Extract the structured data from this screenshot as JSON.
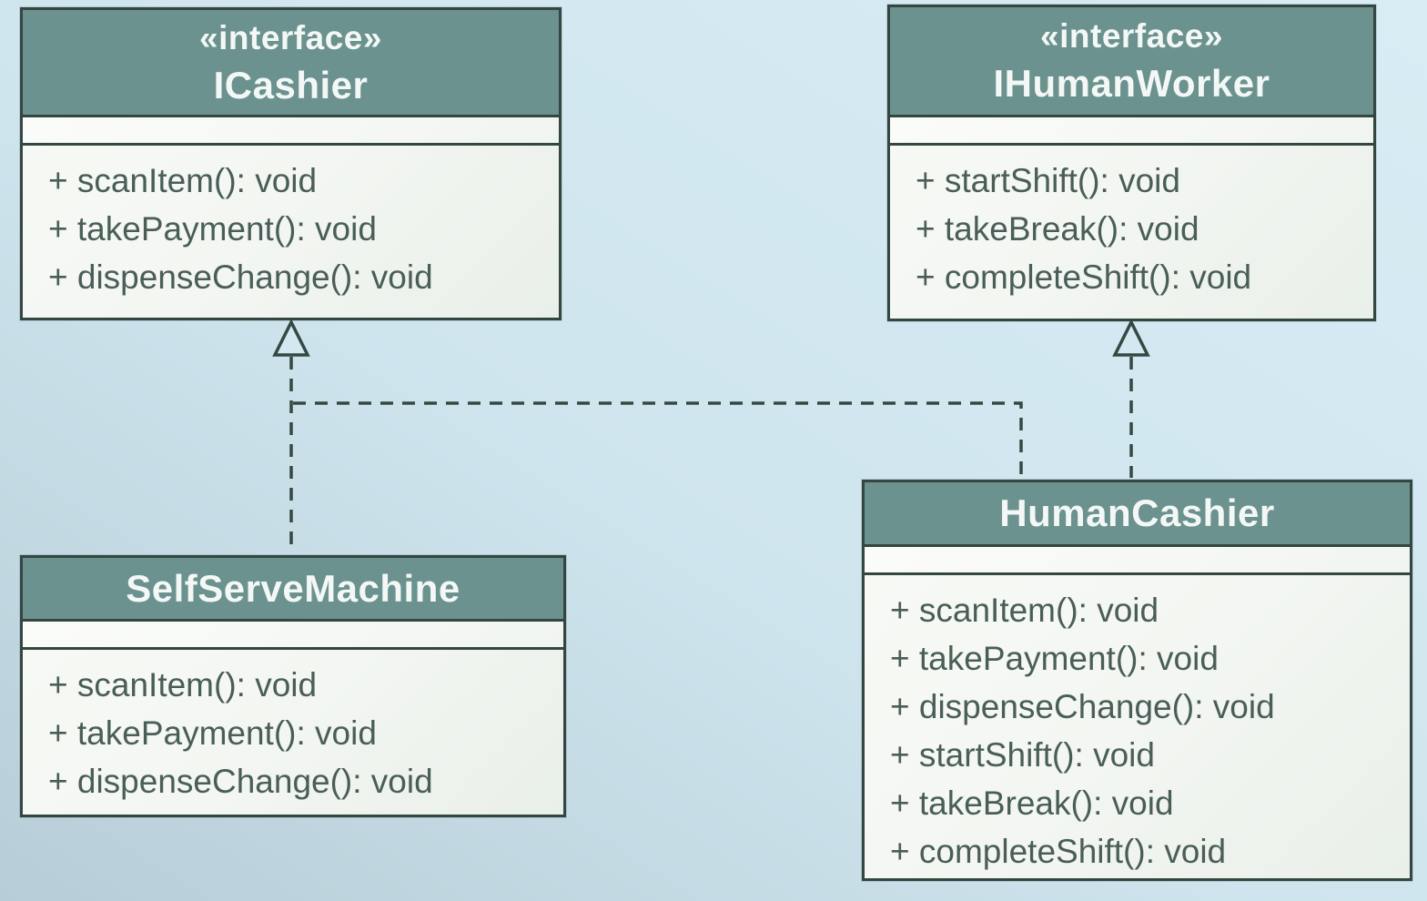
{
  "diagram_type": "uml-class-diagram",
  "colors": {
    "header_fill": "#6b928e",
    "header_text": "#f3f8f6",
    "box_border": "#344642",
    "body_fill": "#f4f7f3",
    "method_text": "#4a5e58",
    "connector_line": "#344943",
    "background_light": "#d8ecf4",
    "background_dark": "#b7cdd7"
  },
  "classes": [
    {
      "stereotype": "«interface»",
      "name": "ICashier",
      "attributes": [],
      "methods": [
        "+ scanItem(): void",
        "+ takePayment(): void",
        "+ dispenseChange(): void"
      ]
    },
    {
      "stereotype": "«interface»",
      "name": "IHumanWorker",
      "attributes": [],
      "methods": [
        "+ startShift(): void",
        "+ takeBreak(): void",
        "+ completeShift(): void"
      ]
    },
    {
      "name": "SelfServeMachine",
      "attributes": [],
      "methods": [
        "+ scanItem(): void",
        "+ takePayment(): void",
        "+ dispenseChange(): void"
      ]
    },
    {
      "name": "HumanCashier",
      "attributes": [],
      "methods": [
        "+ scanItem(): void",
        "+ takePayment(): void",
        "+ dispenseChange(): void",
        "+ startShift(): void",
        "+ takeBreak(): void",
        "+ completeShift(): void"
      ]
    }
  ],
  "relationships": [
    {
      "from": "SelfServeMachine",
      "to": "ICashier",
      "type": "realization"
    },
    {
      "from": "HumanCashier",
      "to": "ICashier",
      "type": "realization"
    },
    {
      "from": "HumanCashier",
      "to": "IHumanWorker",
      "type": "realization"
    }
  ]
}
